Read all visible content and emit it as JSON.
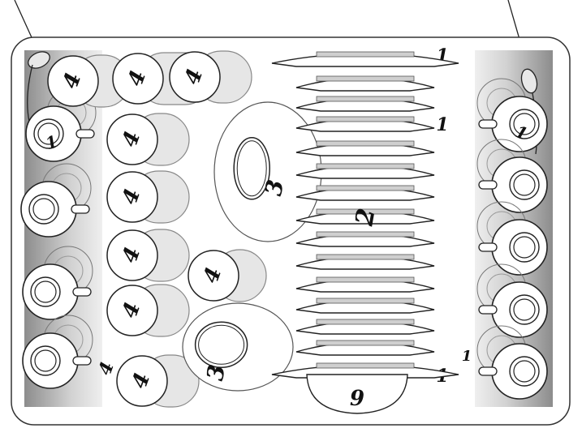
{
  "diagram": {
    "labels": {
      "cup": "1",
      "plates": "2",
      "bowl": "3",
      "glass": "4",
      "deep_bowl": "6"
    },
    "colors": {
      "outline": "#222222",
      "fill_light": "#e6e6e6",
      "fill_mid": "#cfcfcf",
      "side_rail": "#9a9a9a",
      "white": "#ffffff"
    }
  }
}
